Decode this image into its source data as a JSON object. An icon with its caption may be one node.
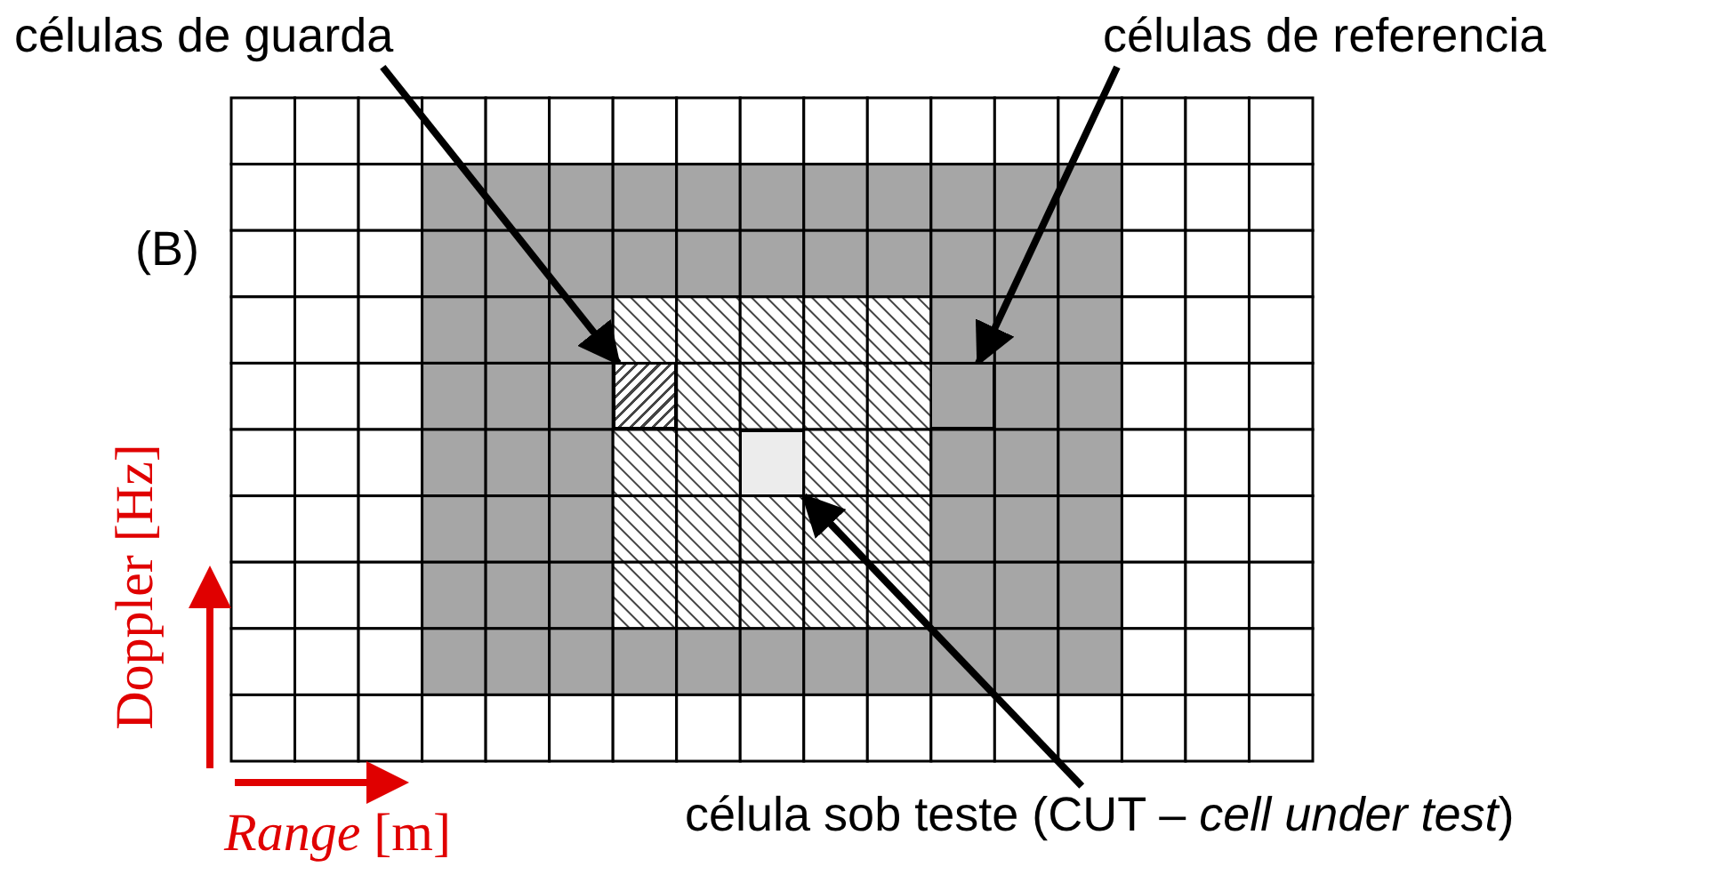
{
  "diagram": {
    "nodes": [
      {
        "text": [
          "células de guarda"
        ]
      },
      {
        "text": [
          "células de referencia"
        ]
      },
      {
        "text": [
          "célula sob teste (CUT – *cell under test*)"
        ]
      },
      {
        "text": [],
        "shape": "box"
      },
      {
        "text": [],
        "shape": "box"
      },
      {
        "text": [],
        "shape": "box"
      }
    ],
    "edges": [
      {
        "from": 0,
        "to": 3,
        "arrow": "to"
      },
      {
        "from": 1,
        "to": 4,
        "arrow": "to"
      },
      {
        "from": 2,
        "to": 5,
        "arrow": "to"
      }
    ],
    "labels": [
      "(B)",
      "Doppler [Hz]",
      "*Range* [m]"
    ]
  }
}
